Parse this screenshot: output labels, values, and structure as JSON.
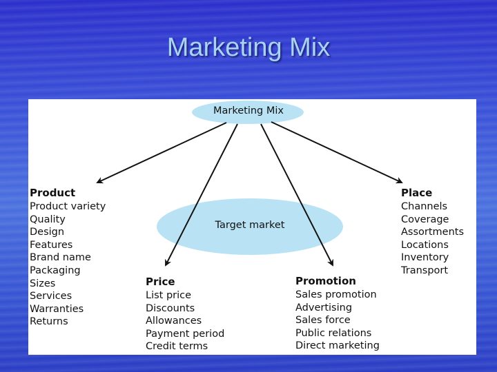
{
  "slide": {
    "title": "Marketing Mix"
  },
  "diagram": {
    "center": "Marketing Mix",
    "target": "Target market",
    "product": {
      "heading": "Product",
      "items": [
        "Product variety",
        "Quality",
        "Design",
        "Features",
        "Brand name",
        "Packaging",
        "Sizes",
        "Services",
        "Warranties",
        "Returns"
      ]
    },
    "price": {
      "heading": "Price",
      "items": [
        "List price",
        "Discounts",
        "Allowances",
        "Payment period",
        "Credit terms"
      ]
    },
    "promotion": {
      "heading": "Promotion",
      "items": [
        "Sales promotion",
        "Advertising",
        "Sales force",
        "Public relations",
        "Direct marketing"
      ]
    },
    "place": {
      "heading": "Place",
      "items": [
        "Channels",
        "Coverage",
        "Assortments",
        "Locations",
        "Inventory",
        "Transport"
      ]
    }
  },
  "colors": {
    "ellipse": "#b9e3f5",
    "title": "#a9d3f5",
    "arrow": "#111111"
  }
}
